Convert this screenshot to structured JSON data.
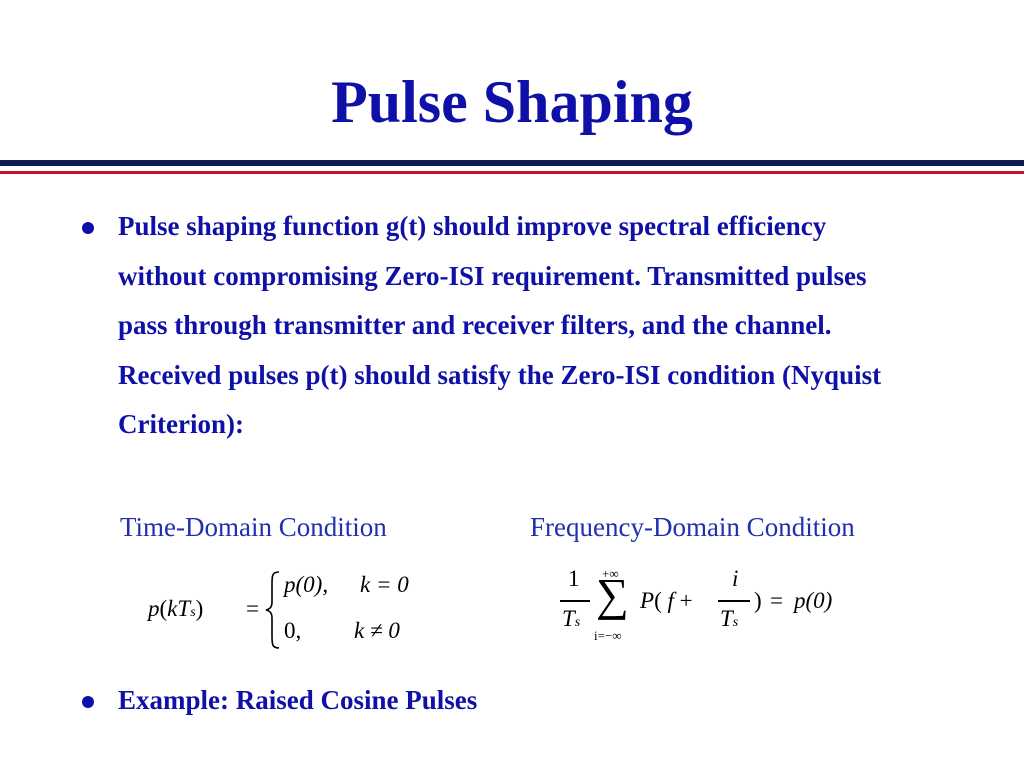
{
  "slide": {
    "title": "Pulse Shaping",
    "bullets": [
      "Pulse shaping function g(t) should improve spectral efficiency without compromising Zero-ISI requirement. Transmitted pulses pass through transmitter and receiver filters, and the channel. Received pulses p(t) should satisfy the Zero-ISI condition (Nyquist Criterion):",
      "Example: Raised Cosine Pulses"
    ],
    "conditions": {
      "time_label": "Time-Domain Condition",
      "freq_label": "Frequency-Domain Condition"
    }
  },
  "formulas": {
    "time": {
      "lhs_p": "p",
      "lhs_open": "(",
      "lhs_k": "k",
      "lhs_T": "T",
      "lhs_sub": "s",
      "lhs_close": ")",
      "equals": "=",
      "case1_value": "p(0),",
      "case1_condition": "k = 0",
      "case2_value": "0,",
      "case2_condition": "k ≠ 0"
    },
    "freq": {
      "frac_num": "1",
      "frac_den_T": "T",
      "frac_den_sub": "s",
      "sum_upper": "+∞",
      "sum_lower": "i=−∞",
      "sum_symbol": "∑",
      "term_P": "P",
      "term_open": "(",
      "term_f": "f",
      "term_plus": "+",
      "inner_num": "i",
      "inner_den_T": "T",
      "inner_den_sub": "s",
      "term_close": ")",
      "equals": "=",
      "rhs": "p(0)"
    }
  },
  "colors": {
    "title": "#0f10a8",
    "body_text": "#0f10a8",
    "condition_label": "#1f2fb0",
    "rule_navy": "#121a52",
    "rule_red": "#c8102e"
  }
}
